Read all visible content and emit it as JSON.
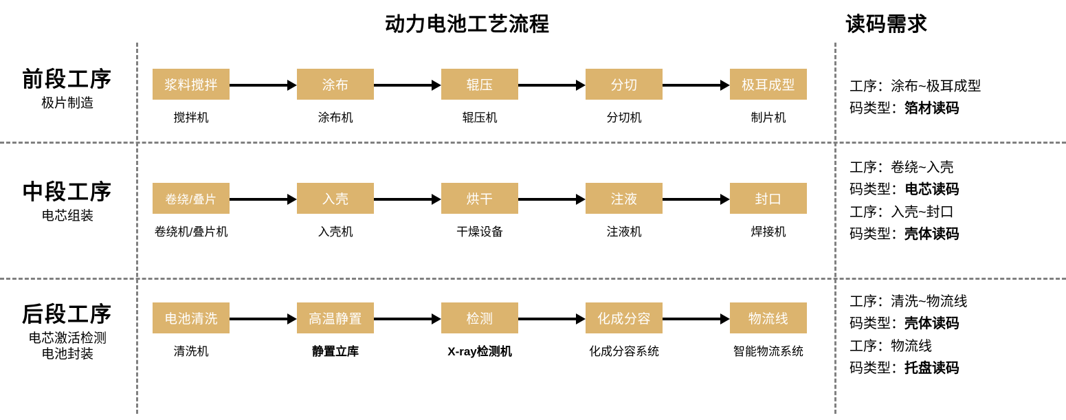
{
  "headings": {
    "flow_title": "动力电池工艺流程",
    "demand_title": "读码需求"
  },
  "stages": [
    {
      "key": "front",
      "title": "前段工序",
      "subtitle": "极片制造",
      "nodes": [
        {
          "label": "浆料搅拌",
          "caption": "搅拌机",
          "caption_bold": false
        },
        {
          "label": "涂布",
          "caption": "涂布机",
          "caption_bold": false
        },
        {
          "label": "辊压",
          "caption": "辊压机",
          "caption_bold": false
        },
        {
          "label": "分切",
          "caption": "分切机",
          "caption_bold": false
        },
        {
          "label": "极耳成型",
          "caption": "制片机",
          "caption_bold": false
        }
      ],
      "requirements": [
        {
          "prefix": "工序：",
          "value": "涂布~极耳成型",
          "bold": false
        },
        {
          "prefix": "码类型：",
          "value": "箔材读码",
          "bold": true
        }
      ]
    },
    {
      "key": "middle",
      "title": "中段工序",
      "subtitle": "电芯组装",
      "nodes": [
        {
          "label": "卷绕/叠片",
          "caption": "卷绕机/叠片机",
          "caption_bold": false
        },
        {
          "label": "入壳",
          "caption": "入壳机",
          "caption_bold": false
        },
        {
          "label": "烘干",
          "caption": "干燥设备",
          "caption_bold": false
        },
        {
          "label": "注液",
          "caption": "注液机",
          "caption_bold": false
        },
        {
          "label": "封口",
          "caption": "焊接机",
          "caption_bold": false
        }
      ],
      "requirements": [
        {
          "prefix": "工序：",
          "value": "卷绕~入壳",
          "bold": false
        },
        {
          "prefix": "码类型：",
          "value": "电芯读码",
          "bold": true
        },
        {
          "prefix": "工序：",
          "value": "入壳~封口",
          "bold": false
        },
        {
          "prefix": "码类型：",
          "value": "壳体读码",
          "bold": true
        }
      ]
    },
    {
      "key": "back",
      "title": "后段工序",
      "subtitle": "电芯激活检测\n电池封装",
      "nodes": [
        {
          "label": "电池清洗",
          "caption": "清洗机",
          "caption_bold": false
        },
        {
          "label": "高温静置",
          "caption": "静置立库",
          "caption_bold": true
        },
        {
          "label": "检测",
          "caption": "X-ray检测机",
          "caption_bold": true
        },
        {
          "label": "化成分容",
          "caption": "化成分容系统",
          "caption_bold": false
        },
        {
          "label": "物流线",
          "caption": "智能物流系统",
          "caption_bold": false
        }
      ],
      "requirements": [
        {
          "prefix": "工序：",
          "value": "清洗~物流线",
          "bold": false
        },
        {
          "prefix": "码类型：",
          "value": "壳体读码",
          "bold": true
        },
        {
          "prefix": "工序：",
          "value": "物流线",
          "bold": false
        },
        {
          "prefix": "码类型：",
          "value": "托盘读码",
          "bold": true
        }
      ]
    }
  ],
  "colors": {
    "node_fill": "#dcb46e",
    "node_text": "#ffffff",
    "divider": "#808080",
    "arrow": "#000000"
  }
}
